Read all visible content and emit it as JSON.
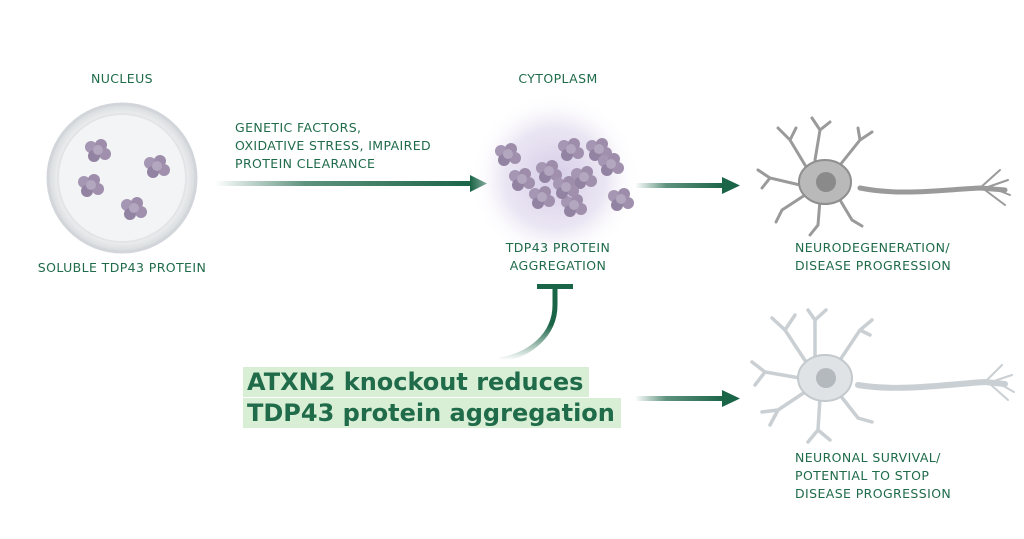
{
  "nucleus": {
    "title": "NUCLEUS",
    "caption": "SOLUBLE TDP43 PROTEIN"
  },
  "factors": {
    "lines": [
      "GENETIC FACTORS,",
      "OXIDATIVE STRESS, IMPAIRED",
      "PROTEIN CLEARANCE"
    ]
  },
  "cytoplasm": {
    "title": "CYTOPLASM",
    "caption_lines": [
      "TDP43 PROTEIN",
      "AGGREGATION"
    ]
  },
  "outcome_bad": {
    "lines": [
      "NEURODEGENERATION/",
      "DISEASE PROGRESSION"
    ]
  },
  "intervention": {
    "lines": [
      "ATXN2 knockout reduces",
      "TDP43 protein aggregation"
    ]
  },
  "outcome_good": {
    "lines": [
      "NEURONAL SURVIVAL/",
      "POTENTIAL TO STOP",
      "DISEASE PROGRESSION"
    ]
  },
  "colors": {
    "text": "#1f6b4a",
    "arrow": "#1a6447",
    "highlight": "#d8eed5",
    "protein": "#9a8aa8",
    "neuron_bad": "#9a9a9a",
    "neuron_good": "#c9cfd3"
  }
}
